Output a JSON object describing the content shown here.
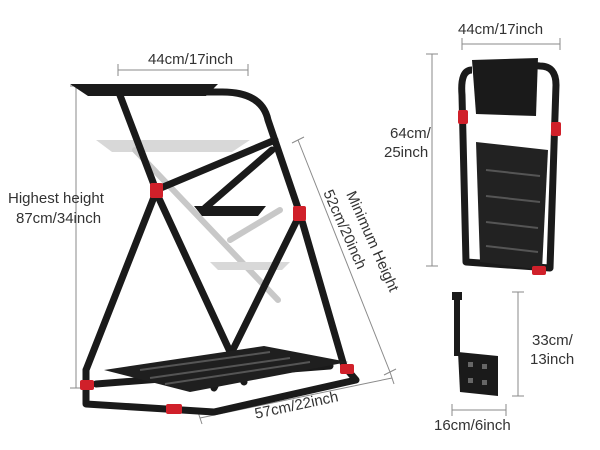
{
  "dimensions": {
    "stand_top_width": "44cm/17inch",
    "highest_height_line1": "Highest height",
    "highest_height_line2": "87cm/34inch",
    "minimum_height_line1": "Minimum Height",
    "minimum_height_line2": "52cm/20inch",
    "base_width": "57cm/22inch",
    "folded_width": "44cm/17inch",
    "folded_height_line1": "64cm/",
    "folded_height_line2": "25inch",
    "mount_height_line1": "33cm/",
    "mount_height_line2": "13inch",
    "mount_width": "16cm/6inch"
  },
  "colors": {
    "frame": "#1a1a1a",
    "accent_red": "#d0202a",
    "dimension_line": "#8a8a8a",
    "ghost_frame": "#c8c8c8"
  }
}
